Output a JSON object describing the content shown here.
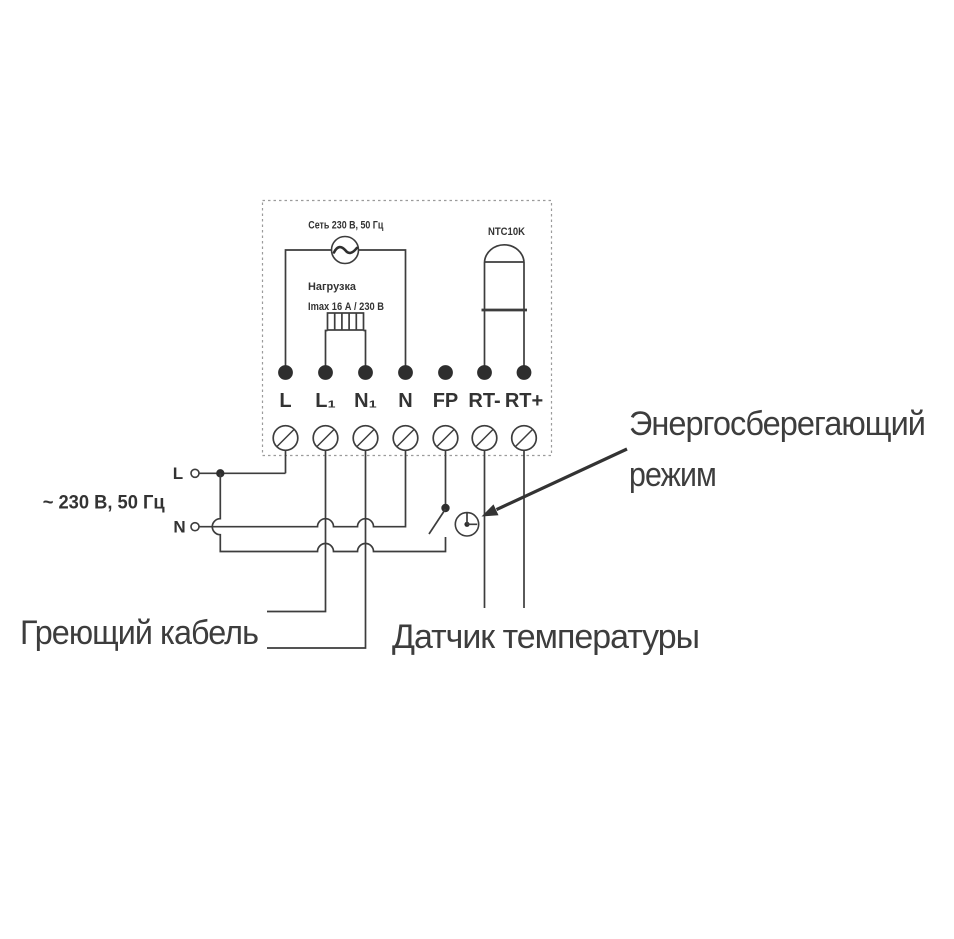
{
  "colors": {
    "background": "#ffffff",
    "line": "#3d3d3d",
    "text": "#333333",
    "big_label_text": "#3d3d3d",
    "dashed_outline": "#9b9b9b",
    "terminal_dot": "#2e2e2e"
  },
  "device": {
    "power_source_label": "Сеть 230 В, 50 Гц",
    "load_label_line1": "Нагрузка",
    "load_label_line2": "Imax 16 А / 230 В",
    "sensor_model_label": "NTC10K",
    "terminals": [
      {
        "label": "L"
      },
      {
        "label": "L₁"
      },
      {
        "label": "N₁"
      },
      {
        "label": "N"
      },
      {
        "label": "FP"
      },
      {
        "label": "RT-"
      },
      {
        "label": "RT+"
      }
    ]
  },
  "mains": {
    "voltage_label": "~ 230 В, 50 Гц",
    "line_label": "L",
    "neutral_label": "N"
  },
  "annotations": {
    "energy_saving_line1": "Энергосберегающий",
    "energy_saving_line2": "режим",
    "heating_cable": "Греющий кабель",
    "temperature_sensor": "Датчик температуры"
  },
  "icons": {
    "ac_source_icon": "∿",
    "clock_icon": "⏱",
    "screw_terminal_icon": "⊘"
  }
}
